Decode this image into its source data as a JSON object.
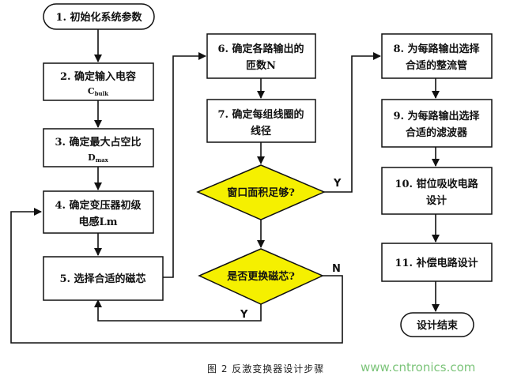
{
  "caption": "图 2 反激变换器设计步骤",
  "watermark": "www.cntronics.com",
  "colors": {
    "process_fill": "#ffffff",
    "decision_fill": "#f5f000",
    "stroke": "#111111",
    "background": "#ffffff"
  },
  "nodes": {
    "start": "1. 初始化系统参数",
    "step2": {
      "line1": "2. 确定输入电容",
      "sym": "C",
      "sub": "bulk"
    },
    "step3": {
      "line1": "3. 确定最大占空比",
      "sym": "D",
      "sub": "max"
    },
    "step4": {
      "line1": "4. 确定变压器初级",
      "line2": "电感Lm"
    },
    "step5": "5. 选择合适的磁芯",
    "step6": {
      "line1": "6. 确定各路输出的",
      "line2": "匝数N"
    },
    "step7": {
      "line1": "7. 确定每组线圈的",
      "line2": "线径"
    },
    "decision1": "窗口面积足够?",
    "decision2": "是否更换磁芯?",
    "step8": {
      "line1": "8. 为每路输出选择",
      "line2": "合适的整流管"
    },
    "step9": {
      "line1": "9. 为每路输出选择",
      "line2": "合适的滤波器"
    },
    "step10": {
      "line1": "10. 钳位吸收电路",
      "line2": "设计"
    },
    "step11": "11. 补偿电路设计",
    "end": "设计结束"
  },
  "edge_labels": {
    "d1_yes": "Y",
    "d2_yes": "Y",
    "d2_no": "N"
  }
}
